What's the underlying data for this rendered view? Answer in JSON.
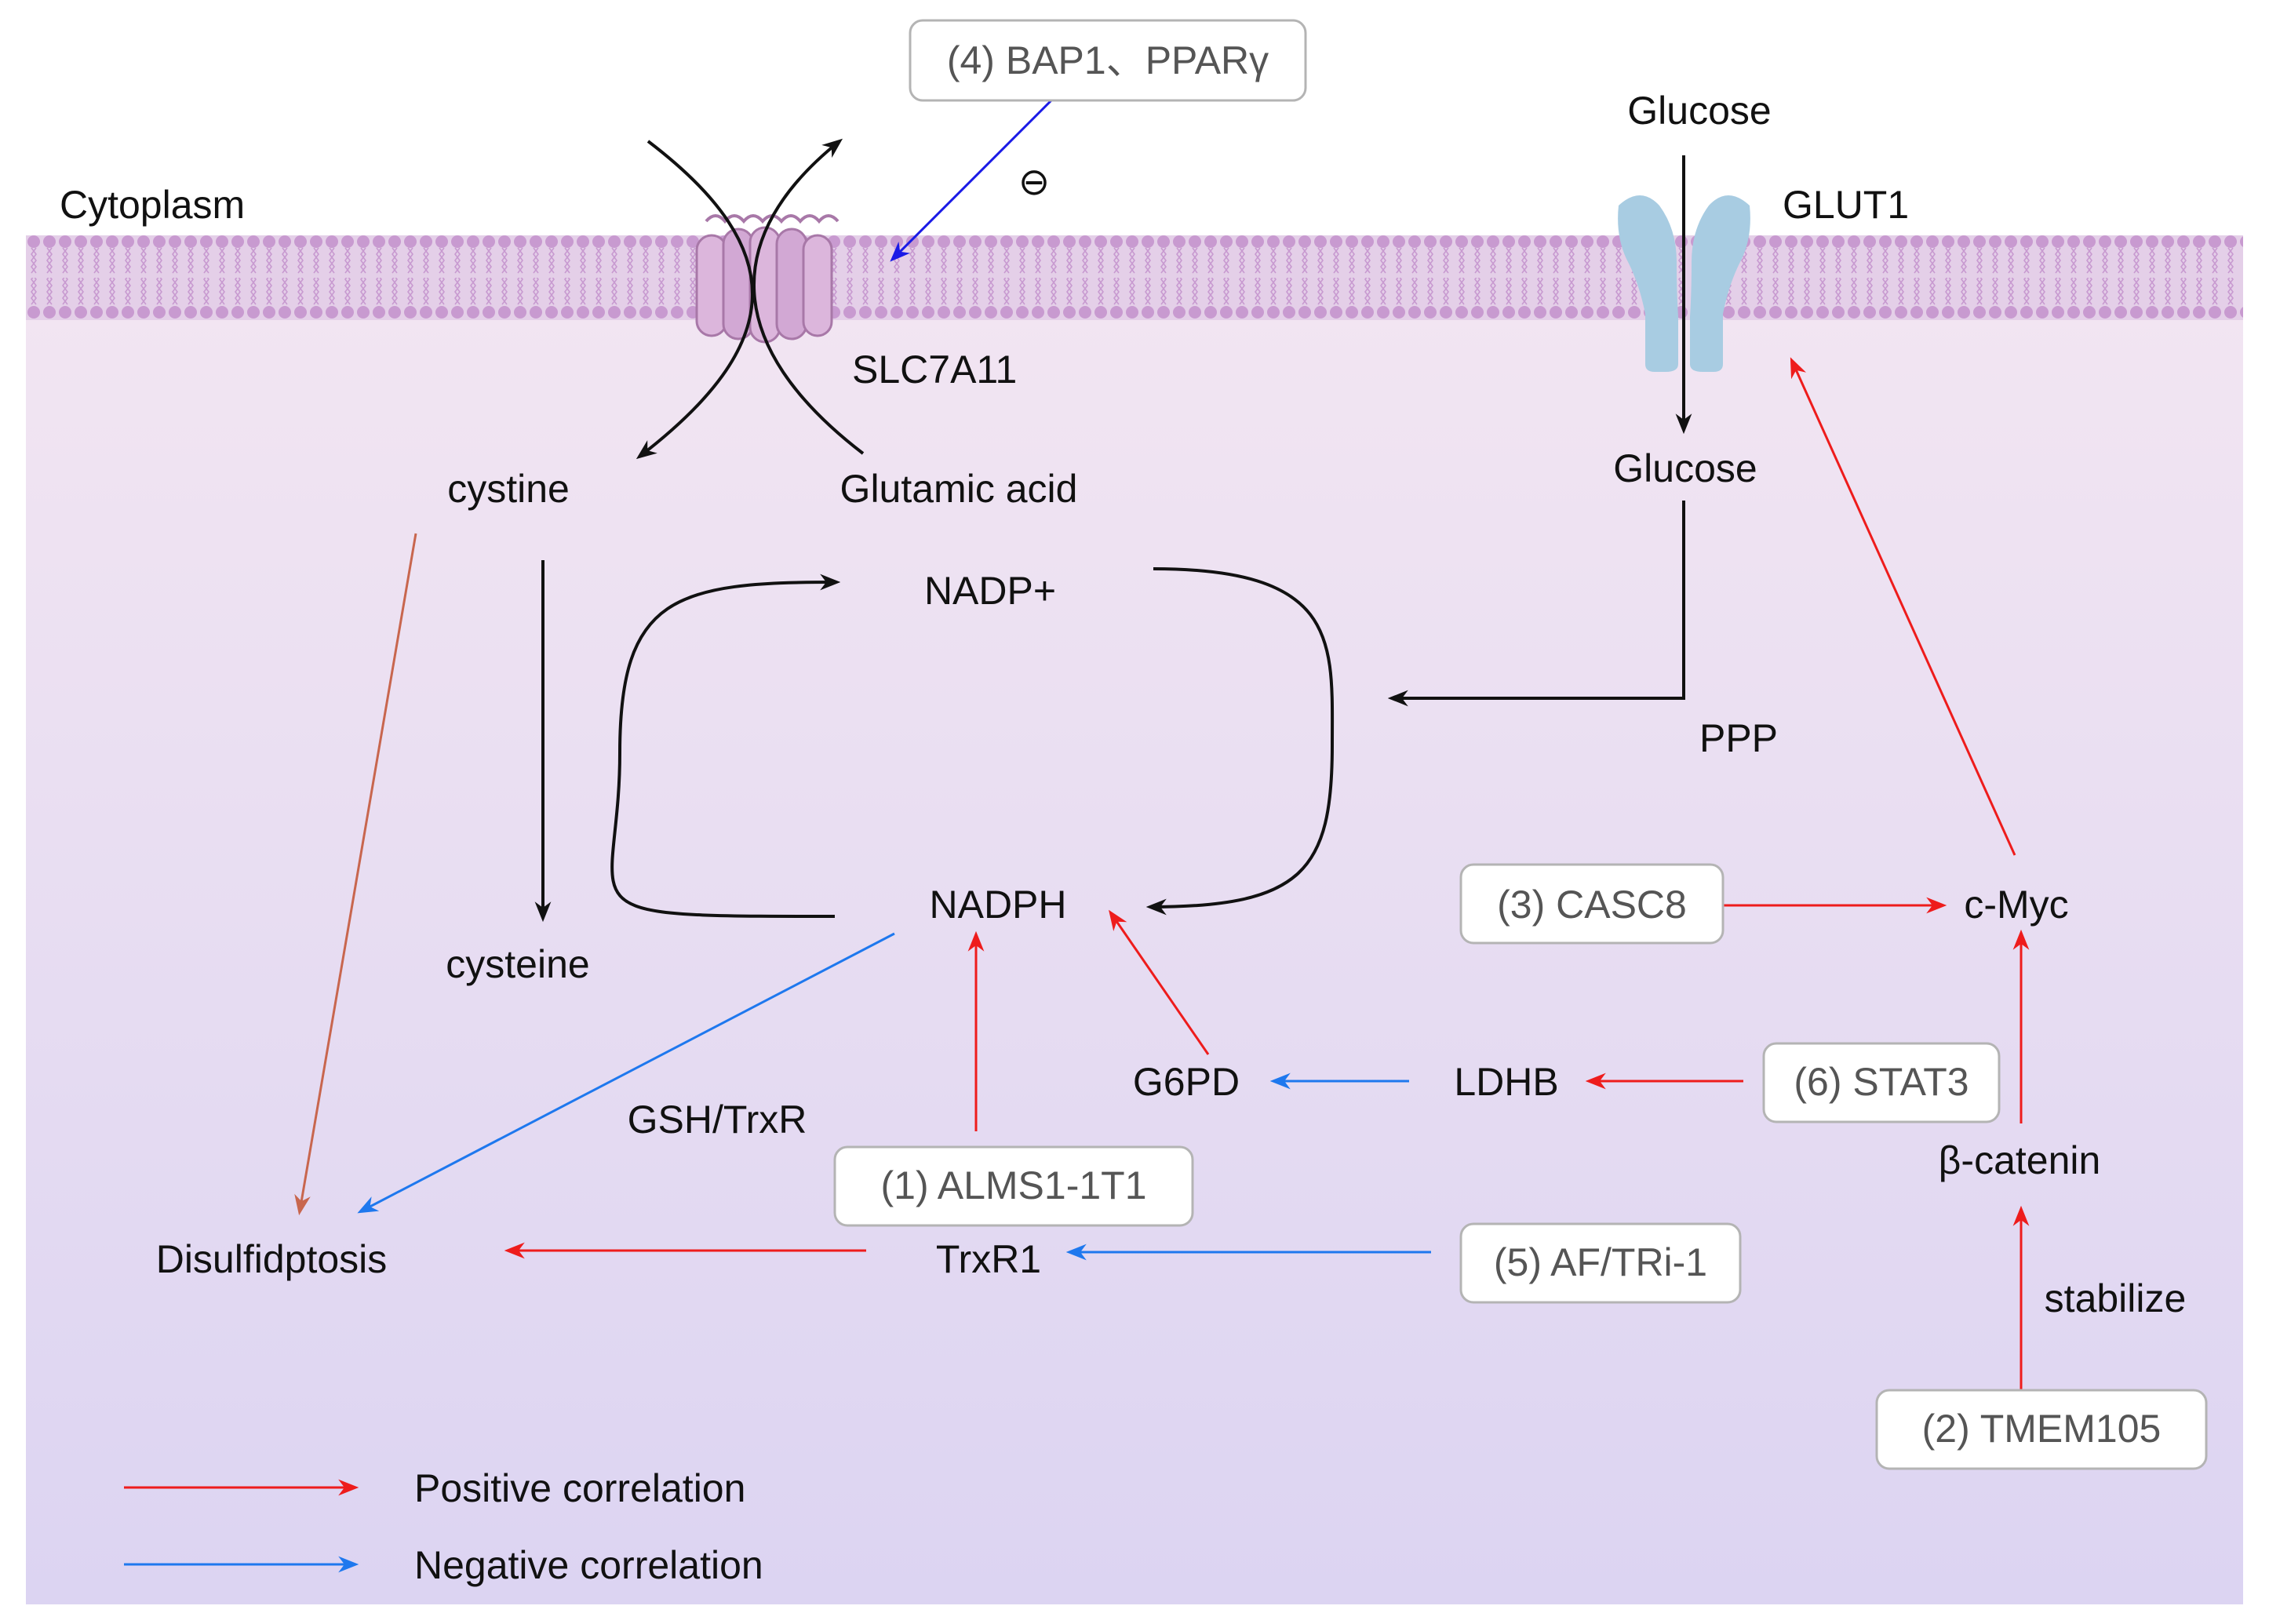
{
  "labels": {
    "cytoplasm": "Cytoplasm",
    "slc7a11": "SLC7A11",
    "glucose_out": "Glucose",
    "glut1": "GLUT1",
    "cystine": "cystine",
    "glutamic_acid": "Glutamic acid",
    "glucose_in": "Glucose",
    "nadp_plus": "NADP+",
    "ppp": "PPP",
    "nadph": "NADPH",
    "cysteine": "cysteine",
    "c_myc": "c-Myc",
    "g6pd": "G6PD",
    "ldhb": "LDHB",
    "gsh_trxr": "GSH/TrxR",
    "beta_catenin": "β-catenin",
    "disulfidptosis": "Disulfidptosis",
    "trxr1": "TrxR1",
    "stabilize": "stabilize",
    "inhibit_symbol": "⊖"
  },
  "boxes": {
    "bap1_ppar": "(4)  BAP1、PPARγ",
    "casc8": "(3)  CASC8",
    "stat3": "(6)  STAT3",
    "alms1": "(1)  ALMS1-1T1",
    "af_tri": "(5)  AF/TRi-1",
    "tmem105": "(2)  TMEM105"
  },
  "legend": {
    "positive": "Positive correlation",
    "negative": "Negative correlation"
  },
  "colors": {
    "positive": "#ee1c1c",
    "negative": "#1e78ee",
    "inhibition": "#1a1ae6",
    "neutral": "#111111",
    "cystine_link": "#c8664e",
    "membrane": "#c89ad0",
    "transporter": "#dcb6dc",
    "glut1": "#a8cce2",
    "background_top": "#f3e6f2",
    "background_bottom": "#dcd4f2"
  }
}
